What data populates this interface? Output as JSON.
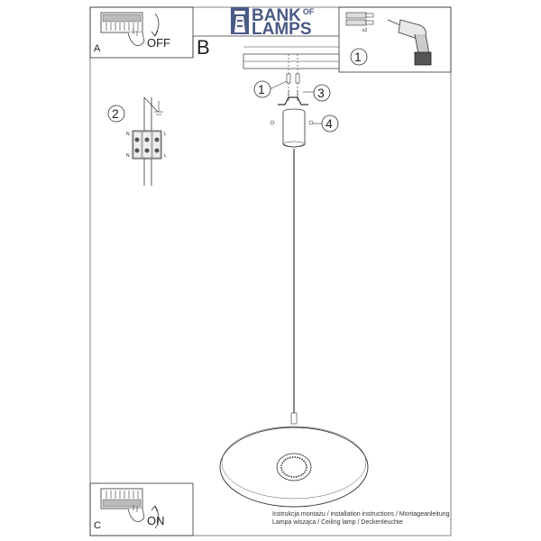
{
  "brand": {
    "line1": "BANK",
    "line1_suffix": "OF",
    "line2": "LAMPS",
    "color": "#4a5a86"
  },
  "panels": {
    "a": {
      "letter": "A",
      "state": "OFF"
    },
    "b": {
      "letter": "B"
    },
    "c": {
      "letter": "C",
      "state": "ON"
    },
    "tools": {
      "step": "1",
      "quantity": "x2"
    }
  },
  "steps": {
    "wiring": "2",
    "mount": "1",
    "bracket": "3",
    "canopy": "4"
  },
  "terminal_labels": {
    "top_left": "N",
    "top_right": "L",
    "bottom_left": "N",
    "bottom_right": "L"
  },
  "footer": {
    "line1": "Instrukcja montażu / installation instructions / Montageanleitung",
    "line2": "Lampa wisząca / Ceiling lamp / Deckenleuchte"
  },
  "colors": {
    "line": "#333333",
    "frame": "#666666"
  }
}
